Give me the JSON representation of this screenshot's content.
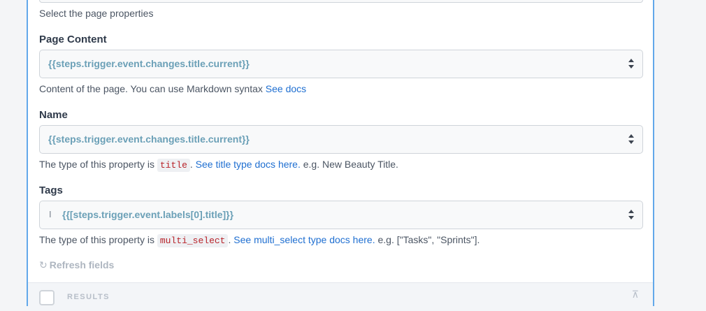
{
  "select_properties_help": "Select the page properties",
  "page_content": {
    "label": "Page Content",
    "value": "{{steps.trigger.event.changes.title.current}}",
    "help_text": "Content of the page. You can use Markdown syntax",
    "help_link": "See docs"
  },
  "name_field": {
    "label": "Name",
    "value": "{{steps.trigger.event.changes.title.current}}",
    "help_prefix": "The type of this property is",
    "type_code": "title",
    "help_link": "See title type docs here.",
    "help_example": "e.g. New Beauty Title."
  },
  "tags_field": {
    "label": "Tags",
    "cursor_icon": "text-cursor-icon",
    "value": "{{[steps.trigger.event.labels[0].title]}}",
    "help_prefix": "The type of this property is",
    "type_code": "multi_select",
    "help_link": "See multi_select type docs here.",
    "help_example": "e.g. [\"Tasks\", \"Sprints\"]."
  },
  "refresh": {
    "icon": "refresh-icon",
    "label": "Refresh fields"
  },
  "results": {
    "label": "RESULTS"
  },
  "colors": {
    "accent_border": "#62a8ea",
    "link": "#1f6fd1",
    "code": "#b8232a",
    "value_text": "#6ba0b7"
  }
}
